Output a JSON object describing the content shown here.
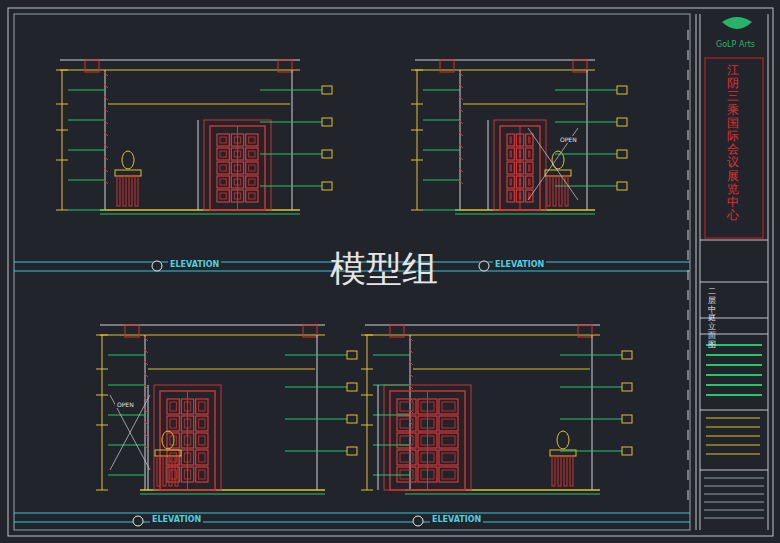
{
  "diagram": {
    "labels": [
      "模型组",
      "ELEVATION",
      "ELEVATION",
      "ELEVATION",
      "ELEVATION",
      "OPEN",
      "OPEN",
      "江阴三乘国际会议展览中心",
      "二层中庭立面图",
      "GoLP Arts"
    ]
  }
}
